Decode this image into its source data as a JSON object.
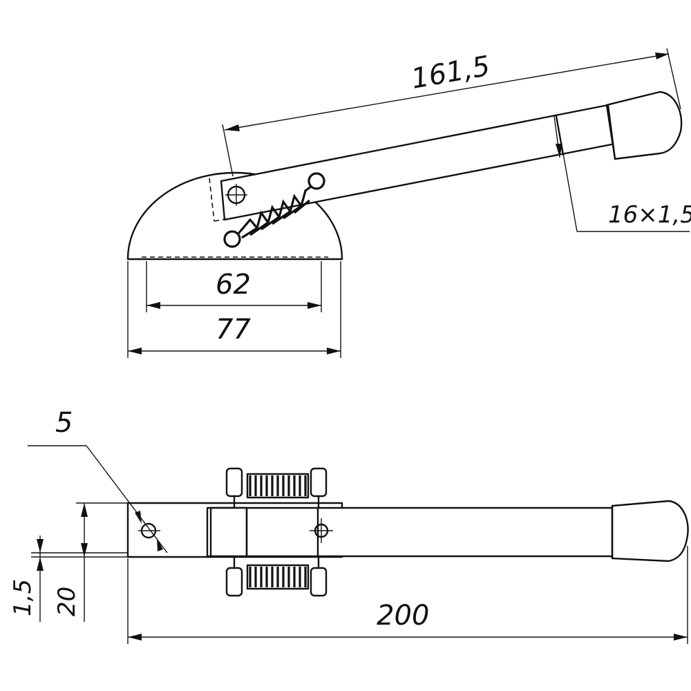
{
  "dimensions": {
    "length_arm": "161,5",
    "tube_size": "16×1,5",
    "inner_width": "62",
    "outer_width": "77",
    "hole_diameter": "5",
    "plate_thickness": "1,5",
    "plate_height": "20",
    "total_length": "200"
  }
}
